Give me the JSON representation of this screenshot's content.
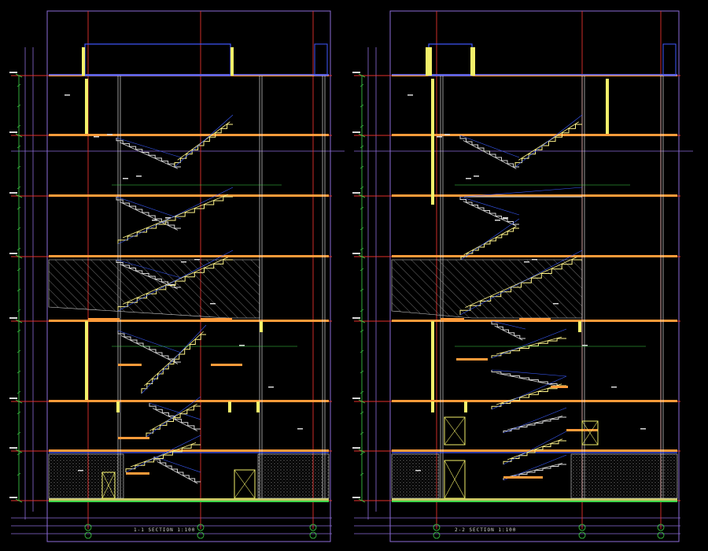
{
  "drawing": {
    "background": "#000000",
    "colors": {
      "grid_red": "#e2302c",
      "frame_purple": "#8d6cd8",
      "slab_orange": "#ff9b3a",
      "wall_yellow": "#f3f06a",
      "stair_yellow": "#fff58a",
      "stair_blue": "#3a5cff",
      "dim_green": "#3fd64a",
      "hatch_gray": "#8a8a8a",
      "text_white": "#d8d8d8",
      "roof_blue": "#4058ff"
    },
    "sections": [
      {
        "id": "left",
        "caption": "1-1 SECTION 1:100",
        "floors": 7
      },
      {
        "id": "right",
        "caption": "2-2 SECTION 1:100",
        "floors": 7
      }
    ]
  }
}
